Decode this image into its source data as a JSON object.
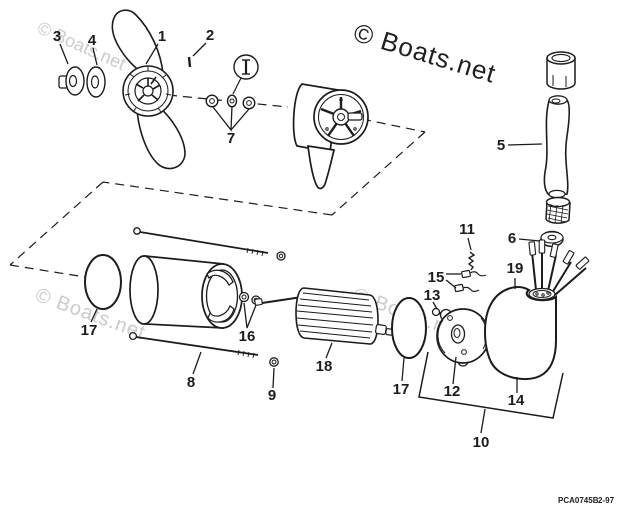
{
  "diagram": {
    "brand_mark": "© Boats.net",
    "watermarks": [
      "© Boats.net",
      "© Boats.net",
      "© Boats.net"
    ],
    "part_code": "PCA0745B",
    "revision_date": "2-97",
    "callout_labels": [
      "1",
      "2",
      "3",
      "4",
      "5",
      "6",
      "7",
      "8",
      "9",
      "10",
      "11",
      "12",
      "13",
      "14",
      "15",
      "16",
      "17",
      "17",
      "18",
      "19"
    ]
  },
  "colors": {
    "background": "#ffffff",
    "line": "#1c1c1c",
    "watermark": "#c9cdc9"
  }
}
